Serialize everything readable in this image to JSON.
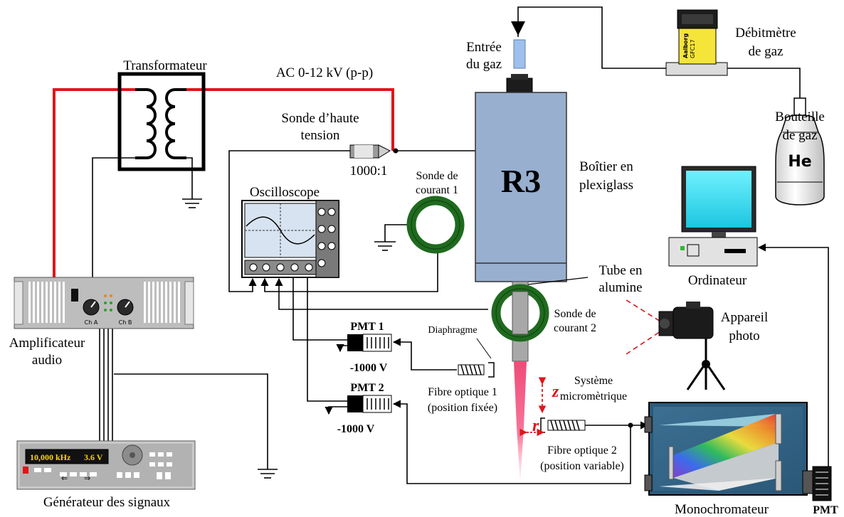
{
  "labels": {
    "transformer": "Transformateur",
    "ac_voltage": "AC 0-12 kV (p-p)",
    "hv_probe_line1": "Sonde d’haute",
    "hv_probe_line2": "tension",
    "probe_ratio": "1000:1",
    "current_probe1_line1": "Sonde de",
    "current_probe1_line2": "courant 1",
    "oscilloscope": "Oscilloscope",
    "gas_inlet_line1": "Entrée",
    "gas_inlet_line2": "du gaz",
    "reactor": "R3",
    "enclosure_line1": "Boîtier en",
    "enclosure_line2": "plexiglass",
    "flowmeter_line1": "Débitmètre",
    "flowmeter_line2": "de gaz",
    "flowmeter_brand": "Aalborg",
    "flowmeter_model": "GFC17",
    "bottle_line1": "Bouteille",
    "bottle_line2": "de gaz",
    "bottle_gas": "He",
    "computer": "Ordinateur",
    "alumina_tube_line1": "Tube en",
    "alumina_tube_line2": "alumine",
    "current_probe2_line1": "Sonde de",
    "current_probe2_line2": "courant 2",
    "camera_line1": "Appareil",
    "camera_line2": "photo",
    "amplifier_line1": "Amplificateur",
    "amplifier_line2": "audio",
    "amp_ch_a": "Ch A",
    "amp_ch_b": "Ch B",
    "pmt1": "PMT 1",
    "pmt1_voltage": "-1000 V",
    "pmt2": "PMT 2",
    "pmt2_voltage": "-1000 V",
    "diaphragm": "Diaphragme",
    "fiber1_line1": "Fibre optique 1",
    "fiber1_line2": "(position fixée)",
    "micrometric_line1": "Système",
    "micrometric_line2": "micromètrique",
    "axis_z": "z",
    "axis_r": "r",
    "fiber2_line1": "Fibre optique 2",
    "fiber2_line2": "(position variable)",
    "generator_freq": "10,000 kHz",
    "generator_volt": "3.6 V",
    "generator": "Générateur des signaux",
    "monochromator": "Monochromateur",
    "pmt": "PMT"
  },
  "colors": {
    "hv_wire": "#e0151b",
    "reactor_box": "#98afcf",
    "toroid": "#1f6a1f",
    "plasma": "#f0507a",
    "screen": "#3fe0f0"
  }
}
